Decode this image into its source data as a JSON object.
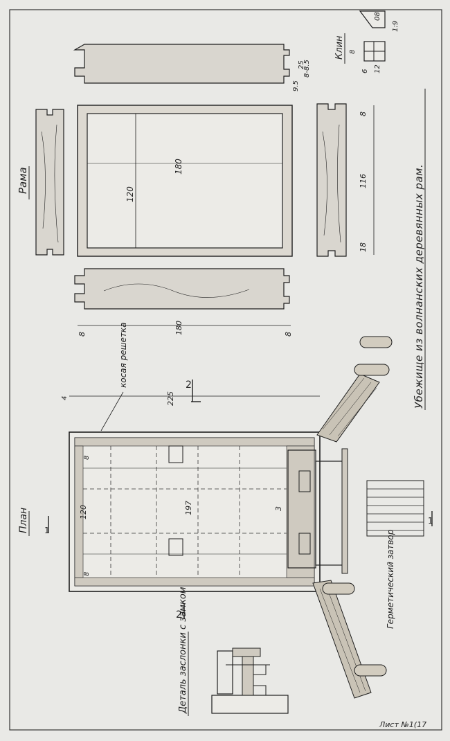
{
  "sheet": {
    "title": "Убежище из волнанских деревянных рам.",
    "sheet_number": "Лист №1(17"
  },
  "frame_section": {
    "title": "Рама",
    "dim_180": "180",
    "dim_120": "120",
    "dim_8_left": "8",
    "dim_8_right": "8",
    "dim_8_top": "8",
    "dim_116": "116",
    "dim_18": "18",
    "dim_25": "25",
    "dim_85": "8-8.5",
    "dim_95": "9.5"
  },
  "wedge": {
    "title": "Клин",
    "dim_8": "8",
    "dim_6": "6",
    "dim_12": "12",
    "dim_08": "08",
    "dim_1_9": "1:9"
  },
  "plan": {
    "title": "План",
    "dim_225": "225",
    "dim_197": "197",
    "dim_120": "120",
    "dim_4": "4",
    "dim_3": "3",
    "dim_8a": "8",
    "dim_8b": "8",
    "section_mark": "1",
    "section_mark_2": "2",
    "label_oblique": "косая решетка",
    "label_hermetic": "Герметический затвор"
  },
  "detail": {
    "title": "Деталь заслонки с замком",
    "section_mark": "2"
  }
}
